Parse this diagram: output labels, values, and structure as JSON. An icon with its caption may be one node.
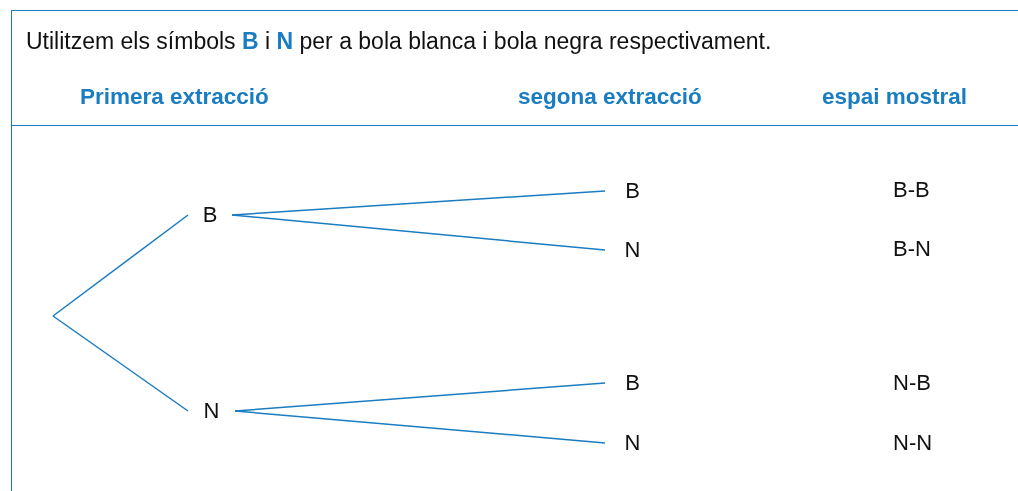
{
  "diagram": {
    "title": "Utilitzem els símbols **B** i **N** per a bola blanca i bola negra respectivament.",
    "nodes": [
      {
        "text": [
          "B"
        ]
      },
      {
        "text": [
          "N"
        ]
      },
      {
        "text": [
          "B"
        ]
      },
      {
        "text": [
          "N"
        ]
      },
      {
        "text": [
          "B"
        ]
      },
      {
        "text": [
          "N"
        ]
      }
    ],
    "edges": [
      {
        "from": null,
        "to": 0,
        "arrow": "none"
      },
      {
        "from": null,
        "to": 1,
        "arrow": "none"
      },
      {
        "from": 0,
        "to": 2,
        "arrow": "none"
      },
      {
        "from": 0,
        "to": 3,
        "arrow": "none"
      },
      {
        "from": 1,
        "to": 4,
        "arrow": "none"
      },
      {
        "from": 1,
        "to": 5,
        "arrow": "none"
      }
    ],
    "labels": [
      "Primera extracció",
      "segona extracció",
      "espai mostral",
      "B-B",
      "B-N",
      "N-B",
      "N-N"
    ]
  }
}
